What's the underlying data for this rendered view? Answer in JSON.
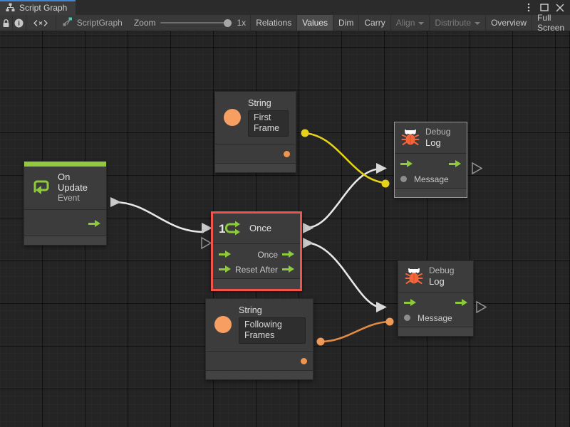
{
  "window": {
    "tab_label": "Script Graph",
    "tab_icon": "graph-hierarchy-icon",
    "controls": {
      "menu": "⋮",
      "maximize": "□",
      "close": "✕"
    }
  },
  "toolbar": {
    "lock_icon": "lock-icon",
    "info_icon": "info-icon",
    "code_icon": "code-brackets-icon",
    "breadcrumb_label": "ScriptGraph",
    "breadcrumb_icon": "script-graph-icon",
    "zoom_label": "Zoom",
    "zoom_value": "1x",
    "zoom_percent": 100,
    "buttons": [
      {
        "label": "Relations",
        "state": "normal",
        "dropdown": false
      },
      {
        "label": "Values",
        "state": "active",
        "dropdown": false
      },
      {
        "label": "Dim",
        "state": "normal",
        "dropdown": false
      },
      {
        "label": "Carry",
        "state": "normal",
        "dropdown": false
      },
      {
        "label": "Align",
        "state": "disabled",
        "dropdown": true
      },
      {
        "label": "Distribute",
        "state": "disabled",
        "dropdown": true
      },
      {
        "label": "Overview",
        "state": "normal",
        "dropdown": false
      },
      {
        "label": "Full Screen",
        "state": "normal",
        "dropdown": false
      }
    ]
  },
  "graph": {
    "nodes": [
      {
        "id": "on-update",
        "title": "On Update",
        "subtitle": "Event",
        "icon": "on-update-event-icon",
        "selected": false,
        "accent_color": "#92c83e",
        "outputs": [
          {
            "label": "",
            "type": "flow"
          }
        ]
      },
      {
        "id": "once",
        "title": "Once",
        "subtitle": "",
        "icon": "once-icon",
        "icon_number": "1",
        "selected": true,
        "selection_color": "#f0544a",
        "inputs": [
          {
            "label": "",
            "type": "flow"
          },
          {
            "label": "Reset",
            "type": "flow"
          }
        ],
        "outputs": [
          {
            "label": "Once",
            "type": "flow"
          },
          {
            "label": "After",
            "type": "flow"
          }
        ]
      },
      {
        "id": "string-first-frame",
        "title": "String",
        "icon": "string-value-icon",
        "value": "First Frame",
        "selected": false,
        "port_color": "#f0954e"
      },
      {
        "id": "string-following-frames",
        "title": "String",
        "icon": "string-value-icon",
        "value": "Following Frames",
        "selected": false,
        "port_color": "#f0954e"
      },
      {
        "id": "debug-log-1",
        "title": "Log",
        "subtitle": "Debug",
        "icon": "bug-icon",
        "selected": true,
        "selection_color": "#4fb3cf",
        "inputs": [
          {
            "label": "",
            "type": "flow"
          },
          {
            "label": "Message",
            "type": "value"
          }
        ],
        "outputs": [
          {
            "label": "",
            "type": "flow"
          }
        ]
      },
      {
        "id": "debug-log-2",
        "title": "Log",
        "subtitle": "Debug",
        "icon": "bug-icon",
        "selected": false,
        "inputs": [
          {
            "label": "",
            "type": "flow"
          },
          {
            "label": "Message",
            "type": "value"
          }
        ],
        "outputs": [
          {
            "label": "",
            "type": "flow"
          }
        ]
      }
    ],
    "edges": [
      {
        "from": "on-update",
        "to": "once",
        "kind": "flow",
        "color": "#e8e8e8"
      },
      {
        "from": "once.Once",
        "to": "debug-log-1",
        "kind": "flow",
        "color": "#e8e8e8"
      },
      {
        "from": "once.After",
        "to": "debug-log-2",
        "kind": "flow",
        "color": "#e8e8e8"
      },
      {
        "from": "string-first-frame",
        "to": "debug-log-1.Message",
        "kind": "value",
        "color": "#e5d11a"
      },
      {
        "from": "string-following-frames",
        "to": "debug-log-2.Message",
        "kind": "value",
        "color": "#e08a43"
      }
    ]
  }
}
